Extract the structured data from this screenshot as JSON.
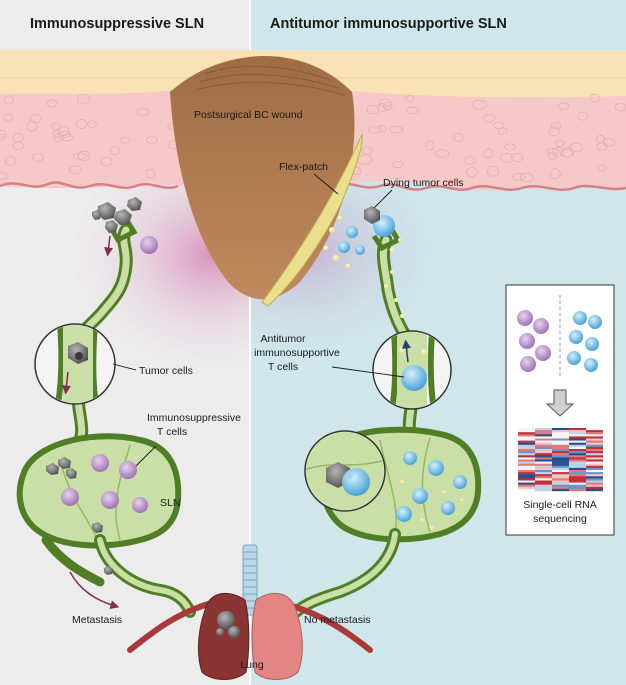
{
  "titles": {
    "left": "Immunosuppressive SLN",
    "right": "Antitumor immunosupportive SLN"
  },
  "labels": {
    "wound": "Postsurgical BC wound",
    "flex_patch": "Flex-patch",
    "dying_tumor_cells": "Dying tumor cells",
    "tumor_cells": "Tumor cells",
    "immunosuppressive_t_line1": "Immunosuppressive",
    "immunosuppressive_t_line2": "T cells",
    "sln": "SLN",
    "metastasis": "Metastasis",
    "lung": "Lung",
    "no_metastasis": "No metastasis",
    "antitumor_line1": "Antitumor",
    "antitumor_line2": "immunosupportive",
    "antitumor_line3": "T cells",
    "rnaseq_line1": "Single-cell RNA",
    "rnaseq_line2": "sequencing"
  },
  "colors": {
    "left_bg": "#ececec",
    "right_bg": "#cfe7eb",
    "skin": "#f4c9c8",
    "wound": "#b07a4e",
    "vessel": "#5e8a2e",
    "node_fill": "#c9dfa6",
    "immunosuppressive_cell": "#b48ac2",
    "antitumor_cell": "#5ab4e3",
    "tumor_cell": "#707070",
    "flex_patch": "#e9df8c",
    "artery": "#a83a3a",
    "lung_left": "#8c3434",
    "lung_right": "#e48585"
  },
  "heatmap_palette": [
    "#c0303a",
    "#e07a7a",
    "#f2c4c4",
    "#f4f4f4",
    "#bcd2e8",
    "#6a96c6",
    "#2a4f8e"
  ]
}
